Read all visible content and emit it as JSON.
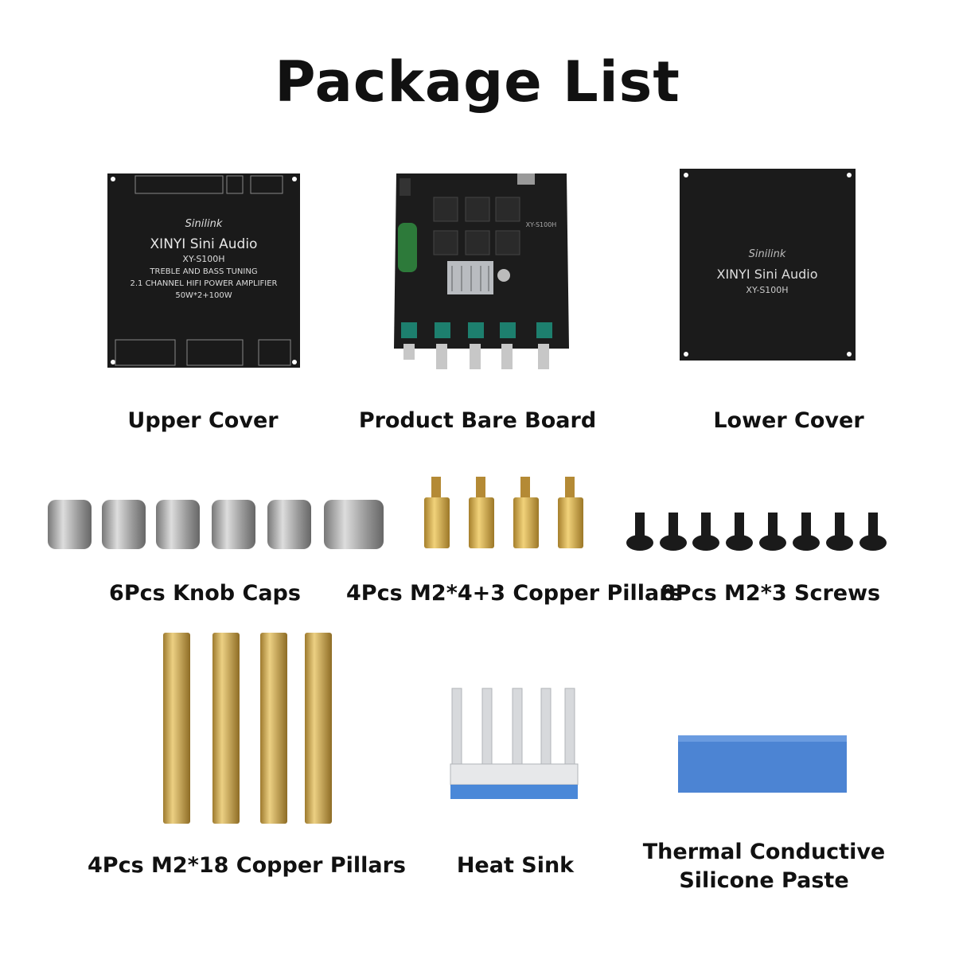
{
  "title": "Package List",
  "items": [
    {
      "label": "Upper Cover"
    },
    {
      "label": "Product Bare Board"
    },
    {
      "label": "Lower Cover"
    },
    {
      "label": "6Pcs Knob Caps"
    },
    {
      "label": "4Pcs M2*4+3 Copper Pillars"
    },
    {
      "label": "8Pcs M2*3 Screws"
    },
    {
      "label": "4Pcs M2*18 Copper Pillars"
    },
    {
      "label": "Heat Sink"
    },
    {
      "label_line1": "Thermal Conductive",
      "label_line2": "Silicone Paste"
    }
  ],
  "upper_cover": {
    "brand": "Sinilink",
    "name": "XINYI Sini Audio",
    "model": "XY-S100H",
    "line1": "TREBLE  AND  BASS TUNING",
    "line2": "2.1 CHANNEL HIFI POWER AMPLIFIER",
    "line3": "50W*2+100W"
  },
  "bare_board": {
    "model": "XY-S100H"
  },
  "lower_cover": {
    "brand": "Sinilink",
    "name": "XINYI Sini Audio",
    "model": "XY-S100H"
  }
}
